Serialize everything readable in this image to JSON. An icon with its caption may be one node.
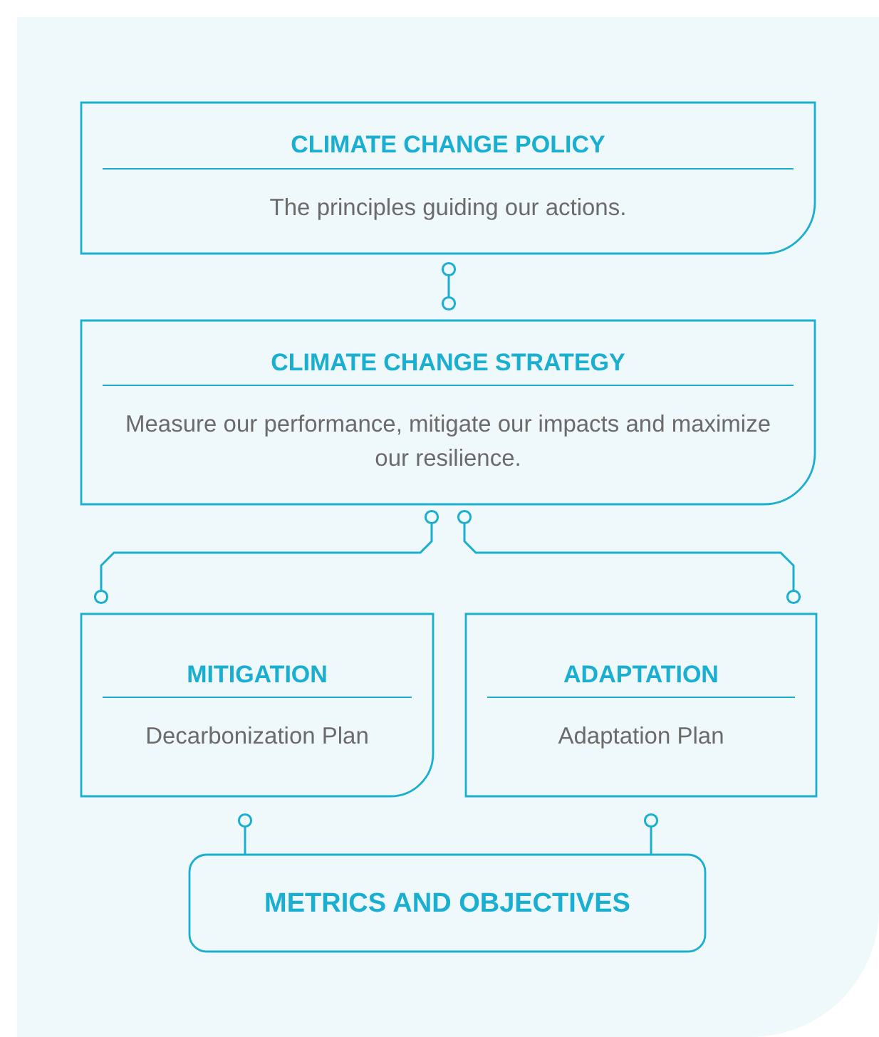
{
  "diagram": {
    "nodes": [
      {
        "text": [
          "CLIMATE CHANGE POLICY",
          "The principles guiding our actions."
        ]
      },
      {
        "text": [
          "CLIMATE CHANGE STRATEGY",
          "Measure our performance, mitigate our impacts and maximize our resilience."
        ]
      },
      {
        "text": [
          "MITIGATION",
          "Decarbonization Plan"
        ]
      },
      {
        "text": [
          "ADAPTATION",
          "Adaptation Plan"
        ]
      },
      {
        "text": [
          "METRICS AND OBJECTIVES"
        ]
      }
    ],
    "edges": [
      {
        "from": 0,
        "to": 1,
        "arrow": "other"
      },
      {
        "from": 1,
        "to": 2,
        "arrow": "other"
      },
      {
        "from": 1,
        "to": 3,
        "arrow": "other"
      },
      {
        "from": 2,
        "to": 4,
        "arrow": "other"
      },
      {
        "from": 3,
        "to": 4,
        "arrow": "other"
      }
    ]
  }
}
